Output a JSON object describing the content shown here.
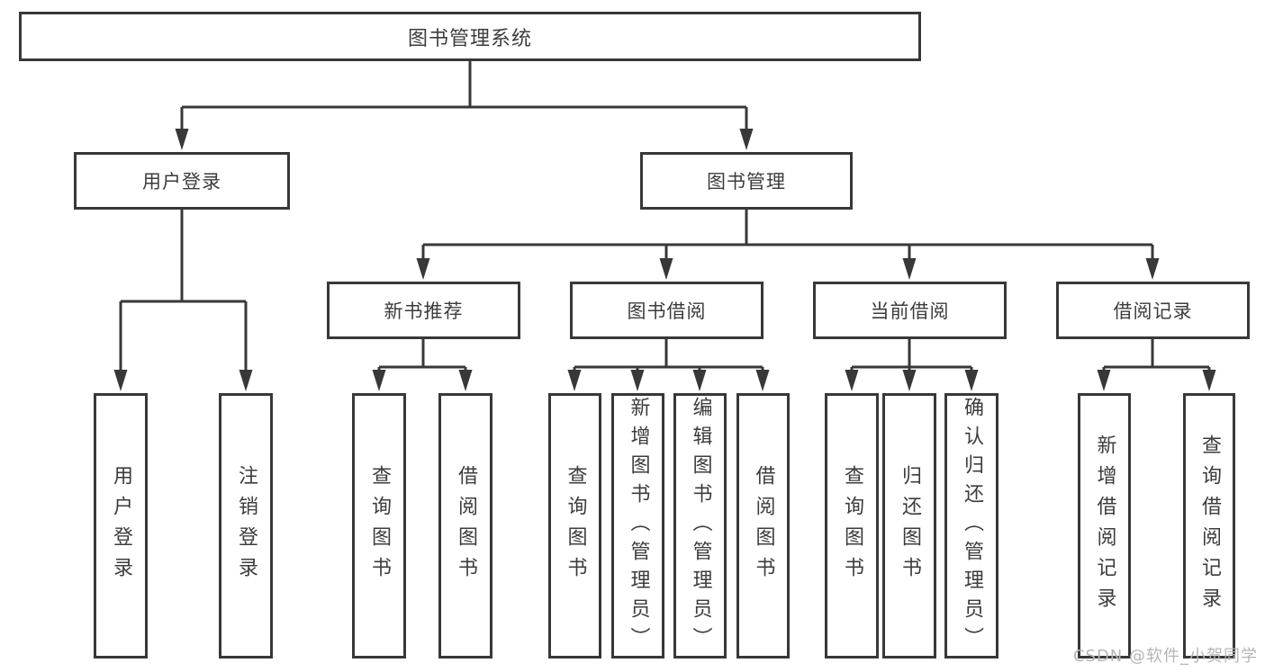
{
  "root": {
    "label": "图书管理系统"
  },
  "user_branch": {
    "label": "用户登录",
    "children": [
      {
        "label": "用户登录"
      },
      {
        "label": "注销登录"
      }
    ]
  },
  "book_branch": {
    "label": "图书管理",
    "sections": [
      {
        "label": "新书推荐",
        "children": [
          {
            "label": "查询图书"
          },
          {
            "label": "借阅图书"
          }
        ]
      },
      {
        "label": "图书借阅",
        "children": [
          {
            "label": "查询图书"
          },
          {
            "label": "新增图书（管理员）"
          },
          {
            "label": "编辑图书（管理员）"
          },
          {
            "label": "借阅图书"
          }
        ]
      },
      {
        "label": "当前借阅",
        "children": [
          {
            "label": "查询图书"
          },
          {
            "label": "归还图书"
          },
          {
            "label": "确认归还（管理员）"
          }
        ]
      },
      {
        "label": "借阅记录",
        "children": [
          {
            "label": "新增借阅记录"
          },
          {
            "label": "查询借阅记录"
          }
        ]
      }
    ]
  },
  "watermark": "CSDN @软件_小贺同学",
  "colors": {
    "line": "#383838",
    "text": "#3c3c3c",
    "watermark": "#b5b5b5",
    "background": "#ffffff"
  }
}
